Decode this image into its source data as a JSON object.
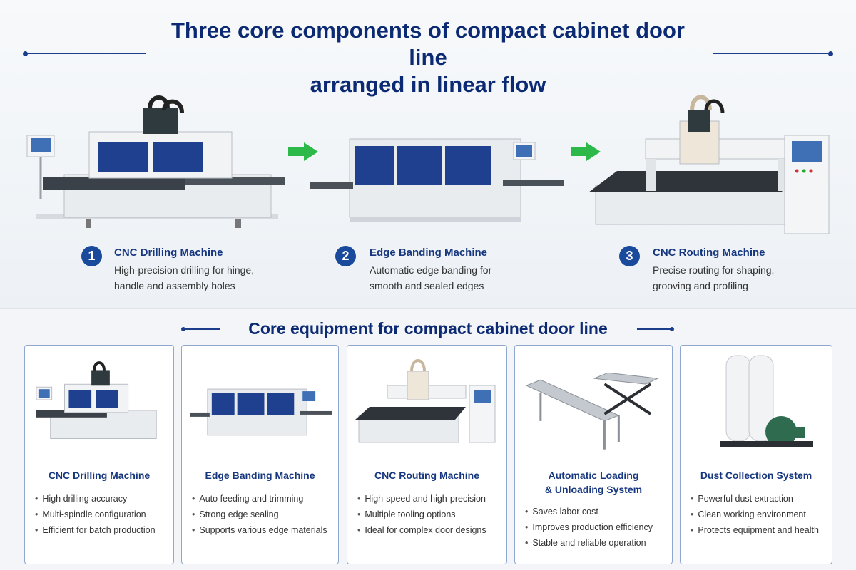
{
  "header": {
    "title_line1": "Three core components of compact cabinet door line",
    "title_line2": "arranged in linear flow"
  },
  "flow": [
    {
      "num": "1",
      "title": "CNC Drilling Machine",
      "desc_line1": "High-precision drilling for hinge,",
      "desc_line2": "handle and assembly holes"
    },
    {
      "num": "2",
      "title": "Edge Banding Machine",
      "desc_line1": "Automatic edge banding for",
      "desc_line2": "smooth and sealed edges"
    },
    {
      "num": "3",
      "title": "CNC Routing Machine",
      "desc_line1": "Precise routing for shaping,",
      "desc_line2": "grooving and profiling"
    }
  ],
  "section": {
    "title": "Core equipment for compact cabinet door line"
  },
  "cards": [
    {
      "title_line1": "CNC Drilling Machine",
      "title_line2": "",
      "items": [
        "High drilling accuracy",
        "Multi-spindle configuration",
        "Efficient for batch production"
      ]
    },
    {
      "title_line1": "Edge Banding Machine",
      "title_line2": "",
      "items": [
        "Auto feeding and trimming",
        "Strong edge sealing",
        "Supports various edge materials"
      ]
    },
    {
      "title_line1": "CNC Routing Machine",
      "title_line2": "",
      "items": [
        "High-speed and high-precision",
        "Multiple tooling options",
        "Ideal for complex door designs"
      ]
    },
    {
      "title_line1": "Automatic Loading",
      "title_line2": "& Unloading System",
      "items": [
        "Saves labor cost",
        "Improves production efficiency",
        "Stable and reliable operation"
      ]
    },
    {
      "title_line1": "Dust Collection System",
      "title_line2": "",
      "items": [
        "Powerful dust extraction",
        "Clean working environment",
        "Protects equipment and health"
      ]
    }
  ],
  "colors": {
    "title_blue": "#0c2a73",
    "badge_blue": "#1a4a9c",
    "arrow_green": "#2db84a",
    "card_border": "#8ea7cf",
    "machine_white": "#e9ecef",
    "window_blue": "#1f3f8f"
  },
  "icons": [
    "arrow-right-icon",
    "bullet-icon"
  ]
}
